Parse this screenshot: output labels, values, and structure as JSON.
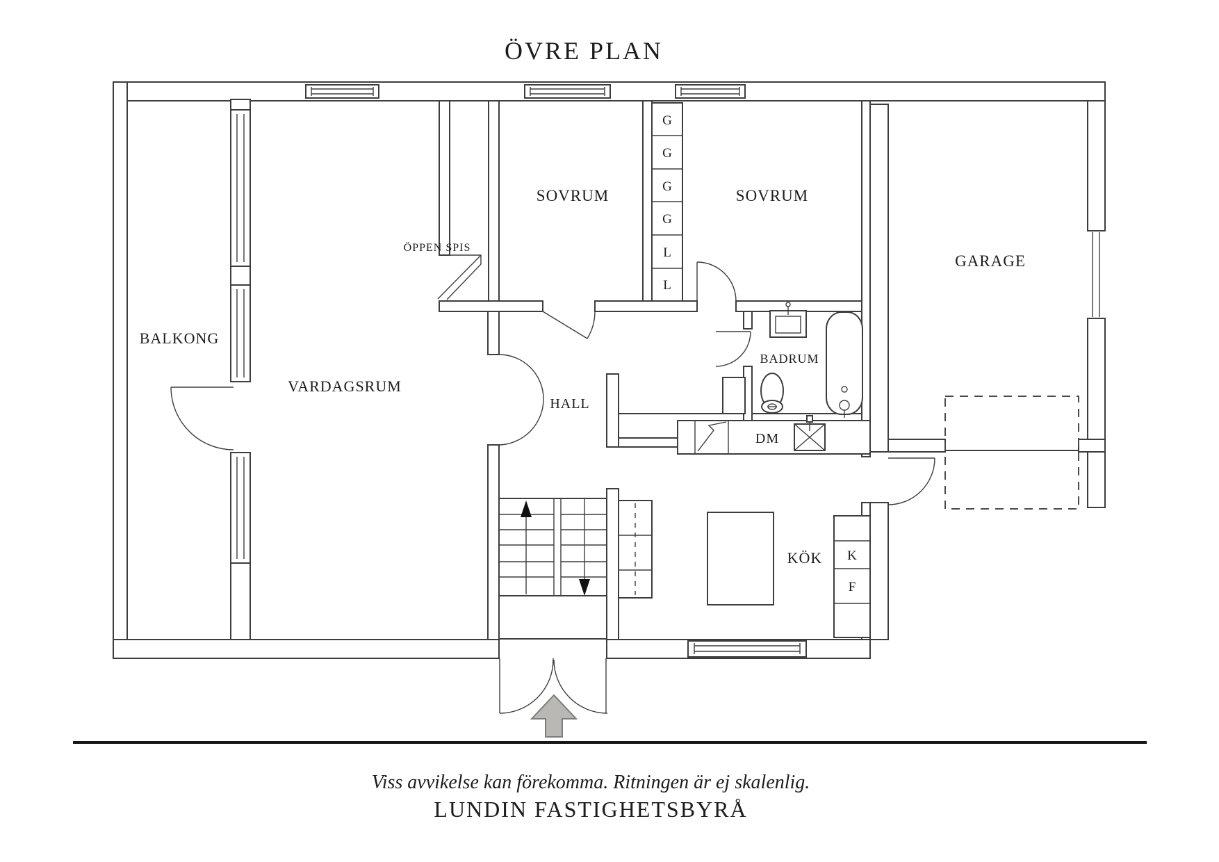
{
  "title": "ÖVRE PLAN",
  "rooms": {
    "balkong": "BALKONG",
    "vardagsrum": "VARDAGSRUM",
    "oppen_spis": "ÖPPEN SPIS",
    "sovrum1": "SOVRUM",
    "sovrum2": "SOVRUM",
    "garage": "GARAGE",
    "hall": "HALL",
    "badrum": "BADRUM",
    "kok": "KÖK"
  },
  "storage": {
    "garderob": "G",
    "linne": "L"
  },
  "appliances": {
    "diskmaskin": "DM",
    "kyl": "K",
    "frys": "F"
  },
  "footer": {
    "disclaimer": "Viss avvikelse kan förekomma. Ritningen är ej skalenlig.",
    "agency": "LUNDIN FASTIGHETSBYRÅ"
  },
  "colors": {
    "line": "#3d3d3d",
    "text": "#1c1c1c",
    "arrow_fill": "#b9b8b5",
    "arrow_stroke": "#7d7d7b"
  }
}
